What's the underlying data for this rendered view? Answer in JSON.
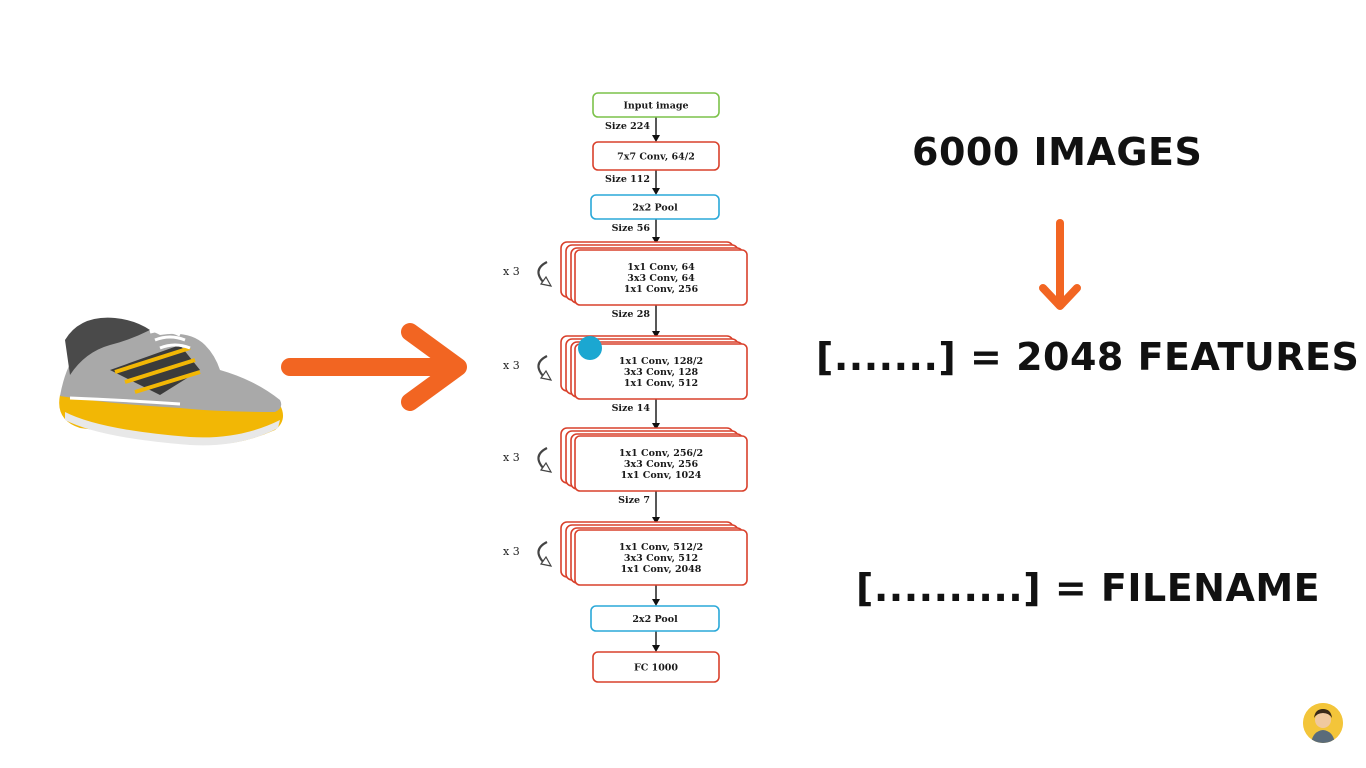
{
  "diagram": {
    "nodes": [
      {
        "id": "input",
        "lines": [
          "Input image"
        ],
        "color": "#7cc24a"
      },
      {
        "id": "conv7",
        "lines": [
          "7x7 Conv, 64/2"
        ],
        "color": "#d9412c"
      },
      {
        "id": "pool1",
        "lines": [
          "2x2 Pool"
        ],
        "color": "#2aa8d8"
      },
      {
        "id": "block1",
        "lines": [
          "1x1 Conv, 64",
          "3x3 Conv, 64",
          "1x1 Conv, 256"
        ],
        "color": "#d9412c",
        "repeat": "x 3"
      },
      {
        "id": "block2",
        "lines": [
          "1x1 Conv, 128/2",
          "3x3 Conv, 128",
          "1x1 Conv, 512"
        ],
        "color": "#d9412c",
        "repeat": "x 3"
      },
      {
        "id": "block3",
        "lines": [
          "1x1 Conv, 256/2",
          "3x3 Conv, 256",
          "1x1 Conv, 1024"
        ],
        "color": "#d9412c",
        "repeat": "x 3"
      },
      {
        "id": "block4",
        "lines": [
          "1x1 Conv, 512/2",
          "3x3 Conv, 512",
          "1x1 Conv, 2048"
        ],
        "color": "#d9412c",
        "repeat": "x 3"
      },
      {
        "id": "pool2",
        "lines": [
          "2x2 Pool"
        ],
        "color": "#2aa8d8"
      },
      {
        "id": "fc",
        "lines": [
          "FC 1000"
        ],
        "color": "#d9412c"
      }
    ],
    "edge_labels": [
      "Size 224",
      "Size 112",
      "Size 56",
      "Size 28",
      "Size 14",
      "Size 7",
      "",
      ""
    ]
  },
  "headlines": {
    "images": "6000 IMAGES",
    "features": "[.......] = 2048 FEATURES",
    "filename": "[..........] = FILENAME"
  },
  "colors": {
    "accent": "#f26522",
    "cursor": "#1ba7d1"
  },
  "icons": [
    "sneaker-image",
    "right-arrow-icon",
    "down-arrow-icon",
    "avatar-icon"
  ]
}
